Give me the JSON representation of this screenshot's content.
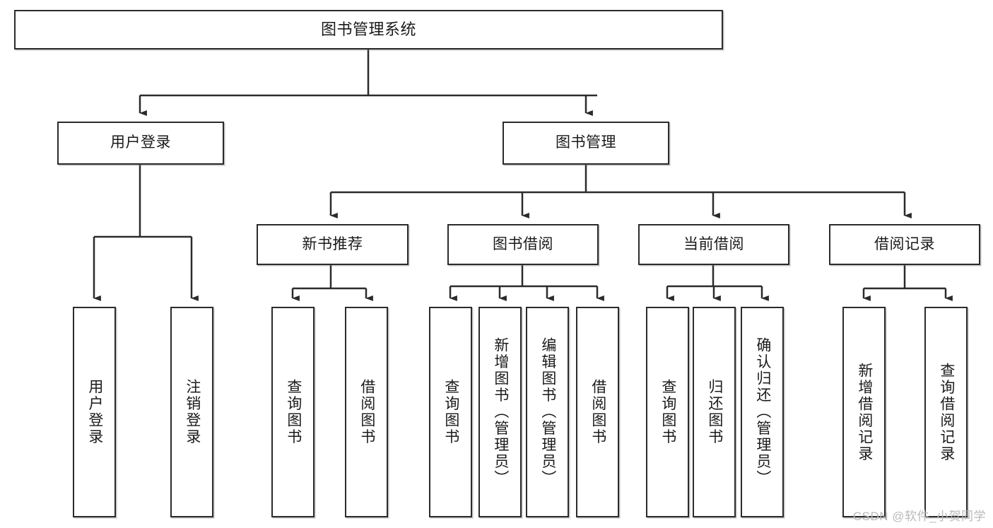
{
  "diagram": {
    "title": "图书管理系统",
    "type": "hierarchy-tree",
    "watermark": "CSDN @软件_小贺同学",
    "colors": {
      "box_border": "#2b2b2b",
      "box_fill": "#ffffff",
      "edge": "#2b2b2b",
      "watermark": "#b9b9b9",
      "background": "#ffffff"
    },
    "root": {
      "id": "root",
      "label": "图书管理系统",
      "level": 0
    },
    "level2": [
      {
        "id": "user-login",
        "label": "用户登录",
        "level": 1
      },
      {
        "id": "book-manage",
        "label": "图书管理",
        "level": 1
      }
    ],
    "level3": [
      {
        "id": "new-book-recommend",
        "label": "新书推荐",
        "level": 2,
        "parent": "book-manage"
      },
      {
        "id": "book-borrow",
        "label": "图书借阅",
        "level": 2,
        "parent": "book-manage"
      },
      {
        "id": "current-borrow",
        "label": "当前借阅",
        "level": 2,
        "parent": "book-manage"
      },
      {
        "id": "borrow-record",
        "label": "借阅记录",
        "level": 2,
        "parent": "book-manage"
      }
    ],
    "leaves": [
      {
        "id": "leaf-user-login",
        "label": "用户登录",
        "parent": "user-login"
      },
      {
        "id": "leaf-logout",
        "label": "注销登录",
        "parent": "user-login"
      },
      {
        "id": "leaf-query-book-1",
        "label": "查询图书",
        "parent": "new-book-recommend"
      },
      {
        "id": "leaf-borrow-book-1",
        "label": "借阅图书",
        "parent": "new-book-recommend"
      },
      {
        "id": "leaf-query-book-2",
        "label": "查询图书",
        "parent": "book-borrow"
      },
      {
        "id": "leaf-add-book",
        "label": "新增图书（管理员）",
        "parent": "book-borrow"
      },
      {
        "id": "leaf-edit-book",
        "label": "编辑图书（管理员）",
        "parent": "book-borrow"
      },
      {
        "id": "leaf-borrow-book-2",
        "label": "借阅图书",
        "parent": "book-borrow"
      },
      {
        "id": "leaf-query-book-3",
        "label": "查询图书",
        "parent": "current-borrow"
      },
      {
        "id": "leaf-return-book",
        "label": "归还图书",
        "parent": "current-borrow"
      },
      {
        "id": "leaf-confirm-return",
        "label": "确认归还（管理员）",
        "parent": "current-borrow"
      },
      {
        "id": "leaf-add-record",
        "label": "新增借阅记录",
        "parent": "borrow-record"
      },
      {
        "id": "leaf-query-record",
        "label": "查询借阅记录",
        "parent": "borrow-record"
      }
    ]
  }
}
